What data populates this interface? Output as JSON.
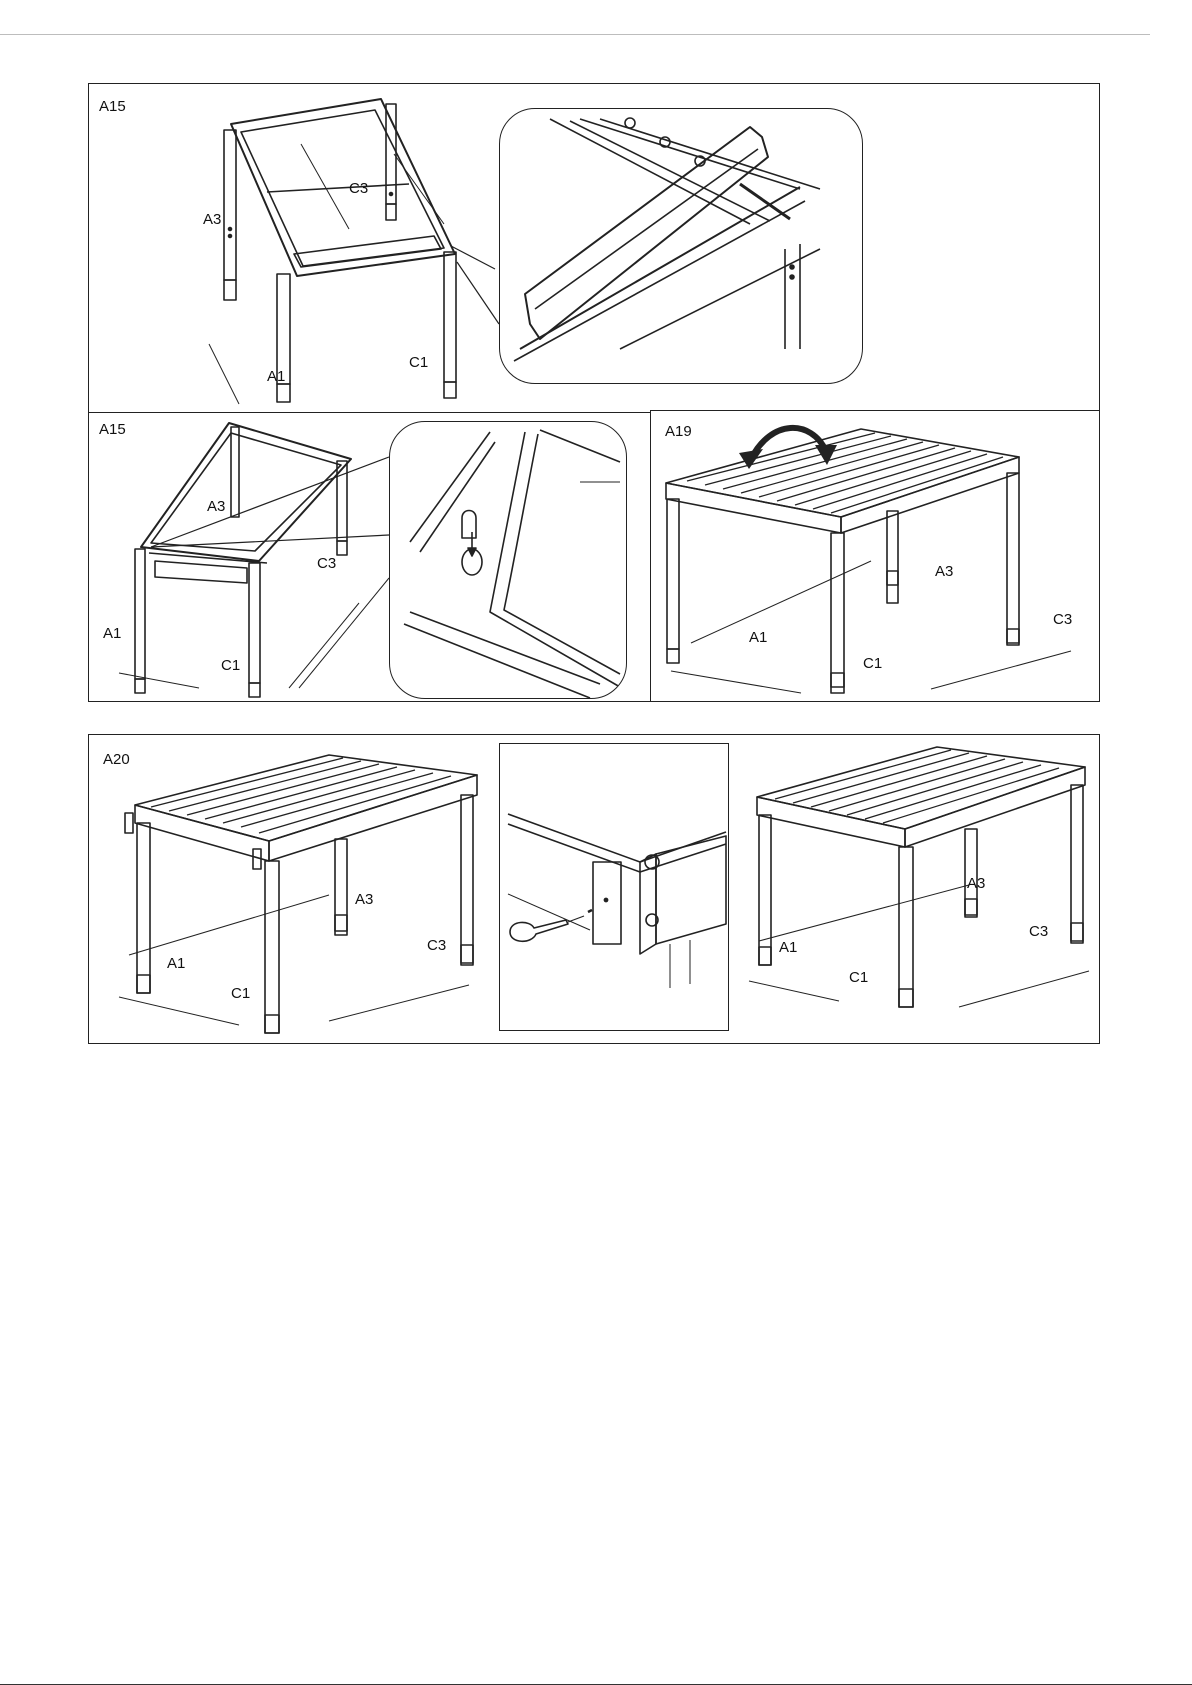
{
  "steps": {
    "top": {
      "label": "A15",
      "parts": [
        "A3",
        "C3",
        "A1",
        "C1"
      ]
    },
    "middle_left": {
      "label": "A15",
      "parts": [
        "A3",
        "C3",
        "A1",
        "C1"
      ]
    },
    "middle_right": {
      "label": "A19",
      "parts": [
        "A3",
        "C3",
        "A1",
        "C1"
      ]
    },
    "bottom": {
      "label": "A20",
      "left_parts": [
        "A3",
        "A1",
        "C3",
        "C1"
      ],
      "right_parts": [
        "A3",
        "A1",
        "C3",
        "C1"
      ]
    }
  },
  "colors": {
    "line": "#222222",
    "page": "#ffffff",
    "rule": "#bdbdbd"
  }
}
